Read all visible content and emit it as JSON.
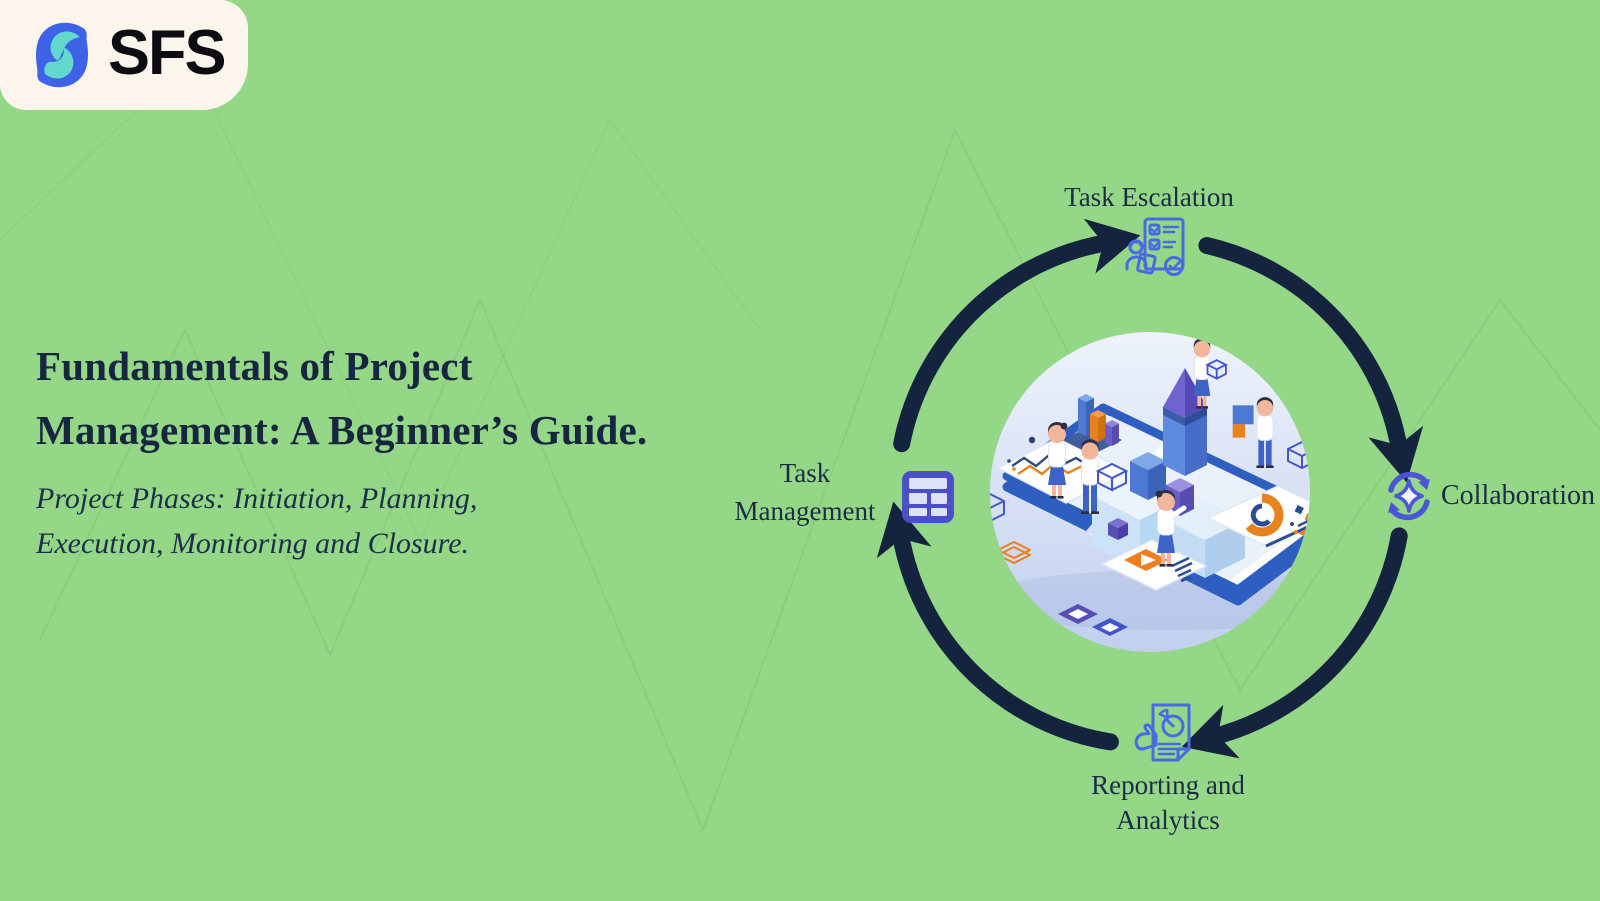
{
  "page": {
    "background_color": "#93D787",
    "accent_navy": "#14233E",
    "icon_blue": "#4A6AE4",
    "icon_indigo": "#4B50C9",
    "accent_orange": "#E8821C",
    "accent_purple": "#584FB5",
    "center_circle_gradient": [
      "#EEF3FC",
      "#C2CFEE"
    ]
  },
  "logo": {
    "text": "SFS",
    "glyph": "s-swirl-logo",
    "card_background": "#FBF5EC",
    "glyph_blue": "#3F63E8",
    "glyph_teal": "#63D8CD"
  },
  "hero": {
    "title_line1": "Fundamentals of Project",
    "title_line2": "Management: A Beginner’s Guide.",
    "subtitle_line1": "Project Phases: Initiation, Planning,",
    "subtitle_line2": "Execution, Monitoring and Closure."
  },
  "cycle": {
    "direction": "clockwise",
    "arrow_color": "#14233E",
    "center_illustration": "isometric-tablet-analytics-team",
    "steps": [
      {
        "id": "task-management",
        "position": "left",
        "icon": "table-grid-icon",
        "label_line1": "Task",
        "label_line2": "Management"
      },
      {
        "id": "task-escalation",
        "position": "top",
        "icon": "person-checklist-icon",
        "label_line1": "Task Escalation",
        "label_line2": ""
      },
      {
        "id": "collaboration",
        "position": "right",
        "icon": "sync-sparkle-icon",
        "label_line1": "Collaboration",
        "label_line2": ""
      },
      {
        "id": "reporting-analytics",
        "position": "bottom",
        "icon": "document-piechart-icon",
        "label_line1": "Reporting and",
        "label_line2": "Analytics"
      }
    ]
  }
}
